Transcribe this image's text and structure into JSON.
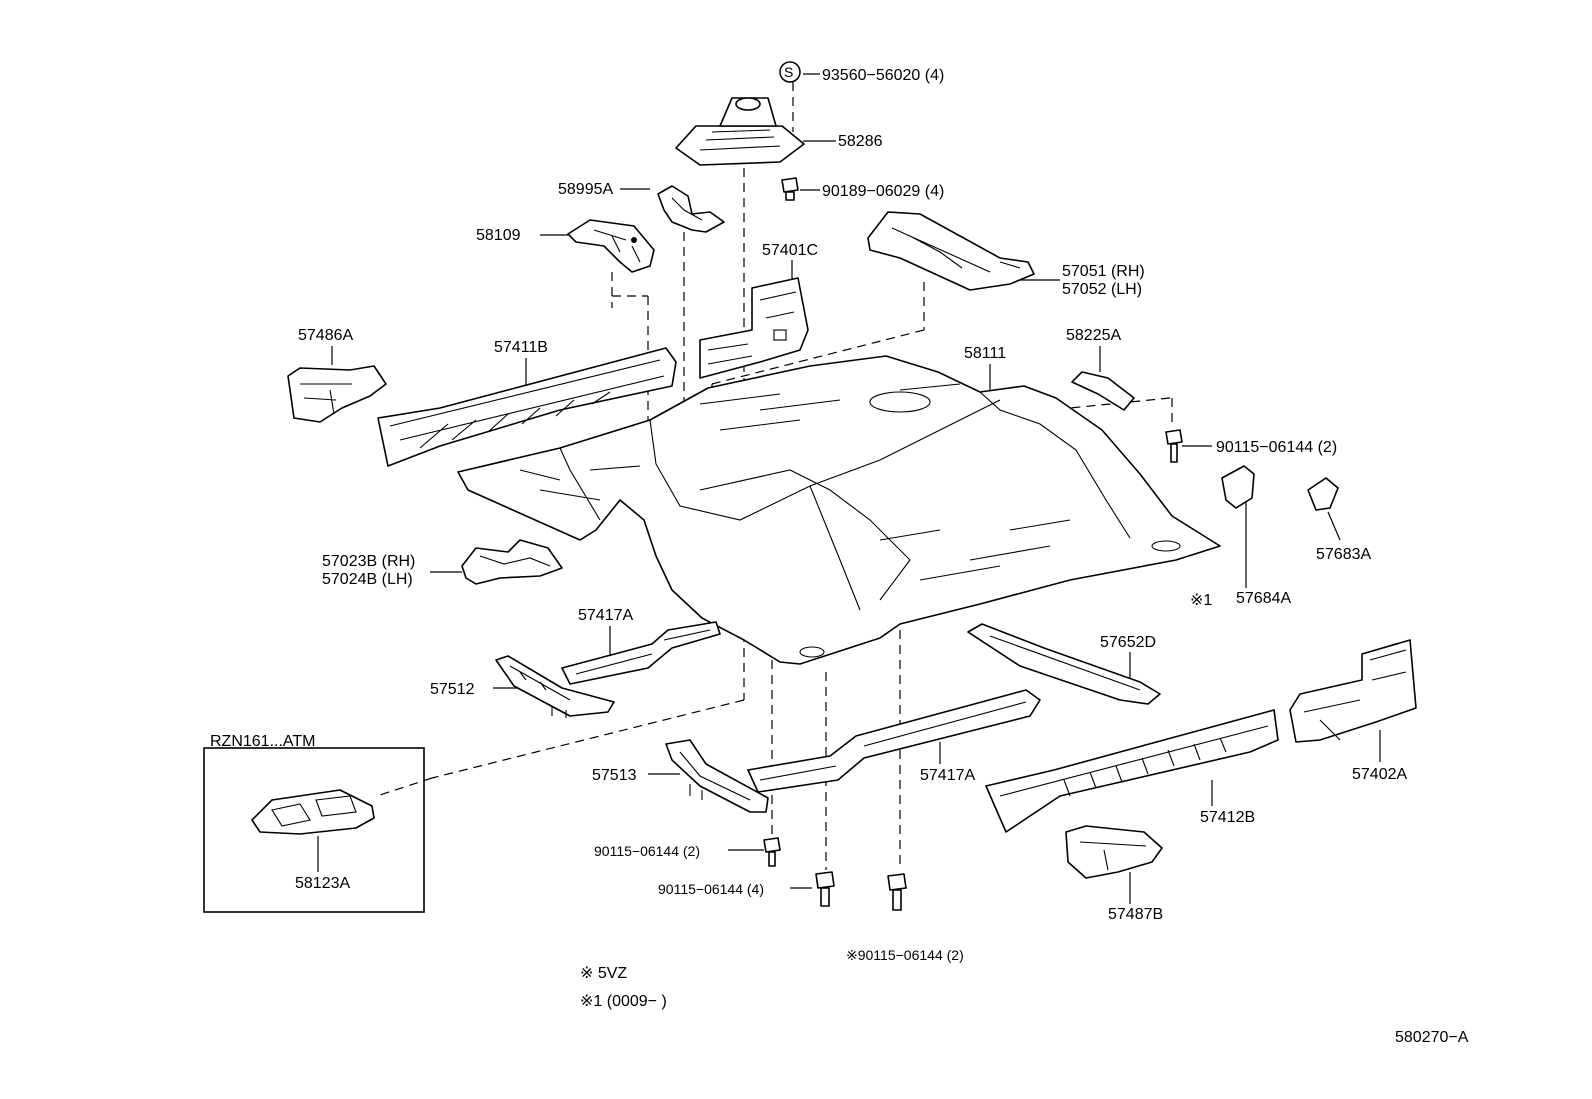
{
  "labels": {
    "p93560": "93560−56020 (4)",
    "p58286": "58286",
    "p90189": "90189−06029 (4)",
    "p58995A": "58995A",
    "p58109": "58109",
    "p57401C": "57401C",
    "p57051": "57051 (RH)",
    "p57052": "57052 (LH)",
    "p57486A": "57486A",
    "p57411B": "57411B",
    "p58111": "58111",
    "p58225A": "58225A",
    "p90115_top": "90115−06144 (2)",
    "p57023B": "57023B (RH)",
    "p57024B": "57024B (LH)",
    "p57684A": "57684A",
    "p57683A": "57683A",
    "mark1": "※1",
    "p57417A_left": "57417A",
    "p57652D": "57652D",
    "p57512": "57512",
    "rzn": "RZN161...ATM",
    "p57402A": "57402A",
    "p57513": "57513",
    "p57417A_mid": "57417A",
    "p57412B": "57412B",
    "p58123A": "58123A",
    "p90115_a": "90115−06144 (2)",
    "p90115_b": "90115−06144 (4)",
    "p57487B": "57487B",
    "p90115_c": "※90115−06144 (2)",
    "s_mark": "S",
    "note1": "※   5VZ",
    "note2": "※1 (0009−        )",
    "code": "580270−A"
  }
}
